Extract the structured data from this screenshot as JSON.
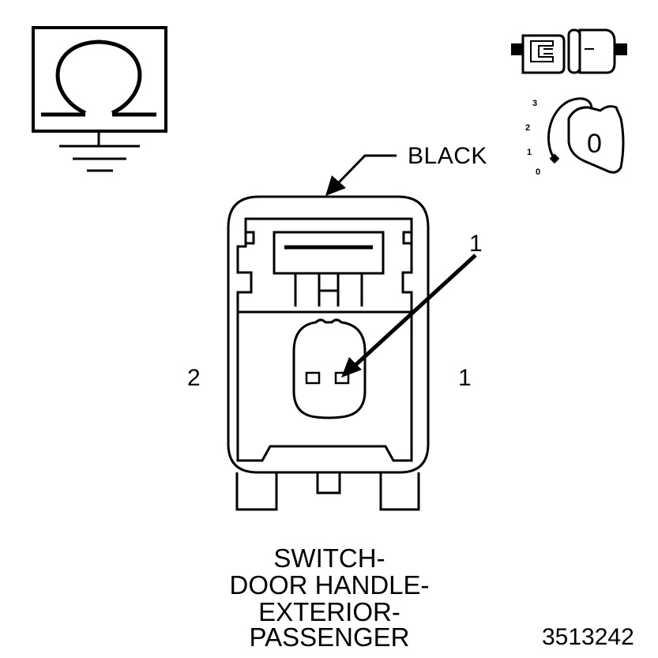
{
  "connector_color_label": "BLACK",
  "pin_callout": "1",
  "side_pins": {
    "left": "2",
    "right": "1"
  },
  "ignition_key": {
    "positions": [
      "3",
      "2",
      "1",
      "0"
    ],
    "key_label": "0"
  },
  "caption_lines": [
    "SWITCH-",
    "DOOR HANDLE-",
    "EXTERIOR-",
    "PASSENGER"
  ],
  "figure_number": "3513242",
  "icons": [
    "resistance-ohm-ground-icon",
    "connector-disconnected-icon",
    "ignition-key-off-icon"
  ]
}
